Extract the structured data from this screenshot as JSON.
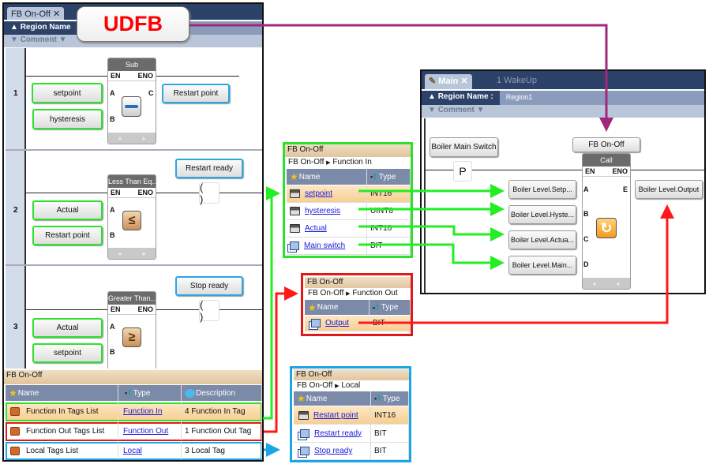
{
  "udfb_callout": "UDFB",
  "colors": {
    "input_link": "#22ee22",
    "output_link": "#ff1a1a",
    "local_link": "#1aa6e6",
    "udfb_link": "#a0287a",
    "callout_text": "#ff0000"
  },
  "fb_editor": {
    "tab": "FB On-Off",
    "region_label": "Region Name",
    "comment_label": "Comment",
    "rungs": [
      {
        "number": "1",
        "block": {
          "title": "Sub",
          "en": "EN",
          "eno": "ENO",
          "icon": "minus-icon",
          "inputs": [
            {
              "pin": "A",
              "tag": "setpoint"
            },
            {
              "pin": "B",
              "tag": "hysteresis"
            }
          ],
          "outputs": [
            {
              "pin": "C",
              "tag": "Restart point"
            }
          ]
        }
      },
      {
        "number": "2",
        "block": {
          "title": "Less Than Eq...",
          "en": "EN",
          "eno": "ENO",
          "icon": "less-equal-icon",
          "inputs": [
            {
              "pin": "A",
              "tag": "Actual"
            },
            {
              "pin": "B",
              "tag": "Restart point"
            }
          ]
        },
        "coil": {
          "tag": "Restart ready",
          "symbol": "( )"
        }
      },
      {
        "number": "3",
        "block": {
          "title": "Greater Than...",
          "en": "EN",
          "eno": "ENO",
          "icon": "greater-equal-icon",
          "inputs": [
            {
              "pin": "A",
              "tag": "Actual"
            },
            {
              "pin": "B",
              "tag": "setpoint"
            }
          ]
        },
        "coil": {
          "tag": "Stop ready",
          "symbol": "( )"
        }
      }
    ],
    "tags_table": {
      "title": "FB On-Off",
      "columns": [
        "Name",
        "Type",
        "Description"
      ],
      "rows": [
        {
          "name": "Function In Tags List",
          "type": "Function In",
          "description": "4 Function In Tag"
        },
        {
          "name": "Function Out Tags List",
          "type": "Function Out",
          "description": "1 Function Out Tag"
        },
        {
          "name": "Local Tags List",
          "type": "Local",
          "description": "3 Local Tag"
        }
      ]
    }
  },
  "function_in": {
    "title": "FB On-Off",
    "breadcrumb": [
      "FB On-Off",
      "Function In"
    ],
    "columns": [
      "Name",
      "Type"
    ],
    "rows": [
      {
        "name": "setpoint",
        "type": "INT16"
      },
      {
        "name": "hysteresis",
        "type": "UINT8"
      },
      {
        "name": "Actual",
        "type": "INT16"
      },
      {
        "name": "Main switch",
        "type": "BIT"
      }
    ]
  },
  "function_out": {
    "title": "FB On-Off",
    "breadcrumb": [
      "FB On-Off",
      "Function Out"
    ],
    "columns": [
      "Name",
      "Type"
    ],
    "rows": [
      {
        "name": "Output",
        "type": "BIT"
      }
    ]
  },
  "local": {
    "title": "FB On-Off",
    "breadcrumb": [
      "FB On-Off",
      "Local"
    ],
    "columns": [
      "Name",
      "Type"
    ],
    "rows": [
      {
        "name": "Restart point",
        "type": "INT16"
      },
      {
        "name": "Restart ready",
        "type": "BIT"
      },
      {
        "name": "Stop ready",
        "type": "BIT"
      }
    ]
  },
  "main_editor": {
    "tabs": [
      "Main",
      "1 WakeUp"
    ],
    "region_label": "Region Name :",
    "region_value": "Region1",
    "comment_label": "Comment",
    "contact": {
      "tag": "Boiler Main Switch",
      "symbol": "P"
    },
    "call": {
      "instance": "FB On-Off",
      "title": "Call",
      "en": "EN",
      "eno": "ENO",
      "inputs": [
        {
          "pin": "A",
          "tag": "Boiler Level.Setp..."
        },
        {
          "pin": "B",
          "tag": "Boiler Level.Hyste..."
        },
        {
          "pin": "C",
          "tag": "Boiler Level.Actua..."
        },
        {
          "pin": "D",
          "tag": "Boiler Level.Main..."
        }
      ],
      "outputs": [
        {
          "pin": "E",
          "tag": "Boiler Level.Output"
        }
      ]
    }
  }
}
